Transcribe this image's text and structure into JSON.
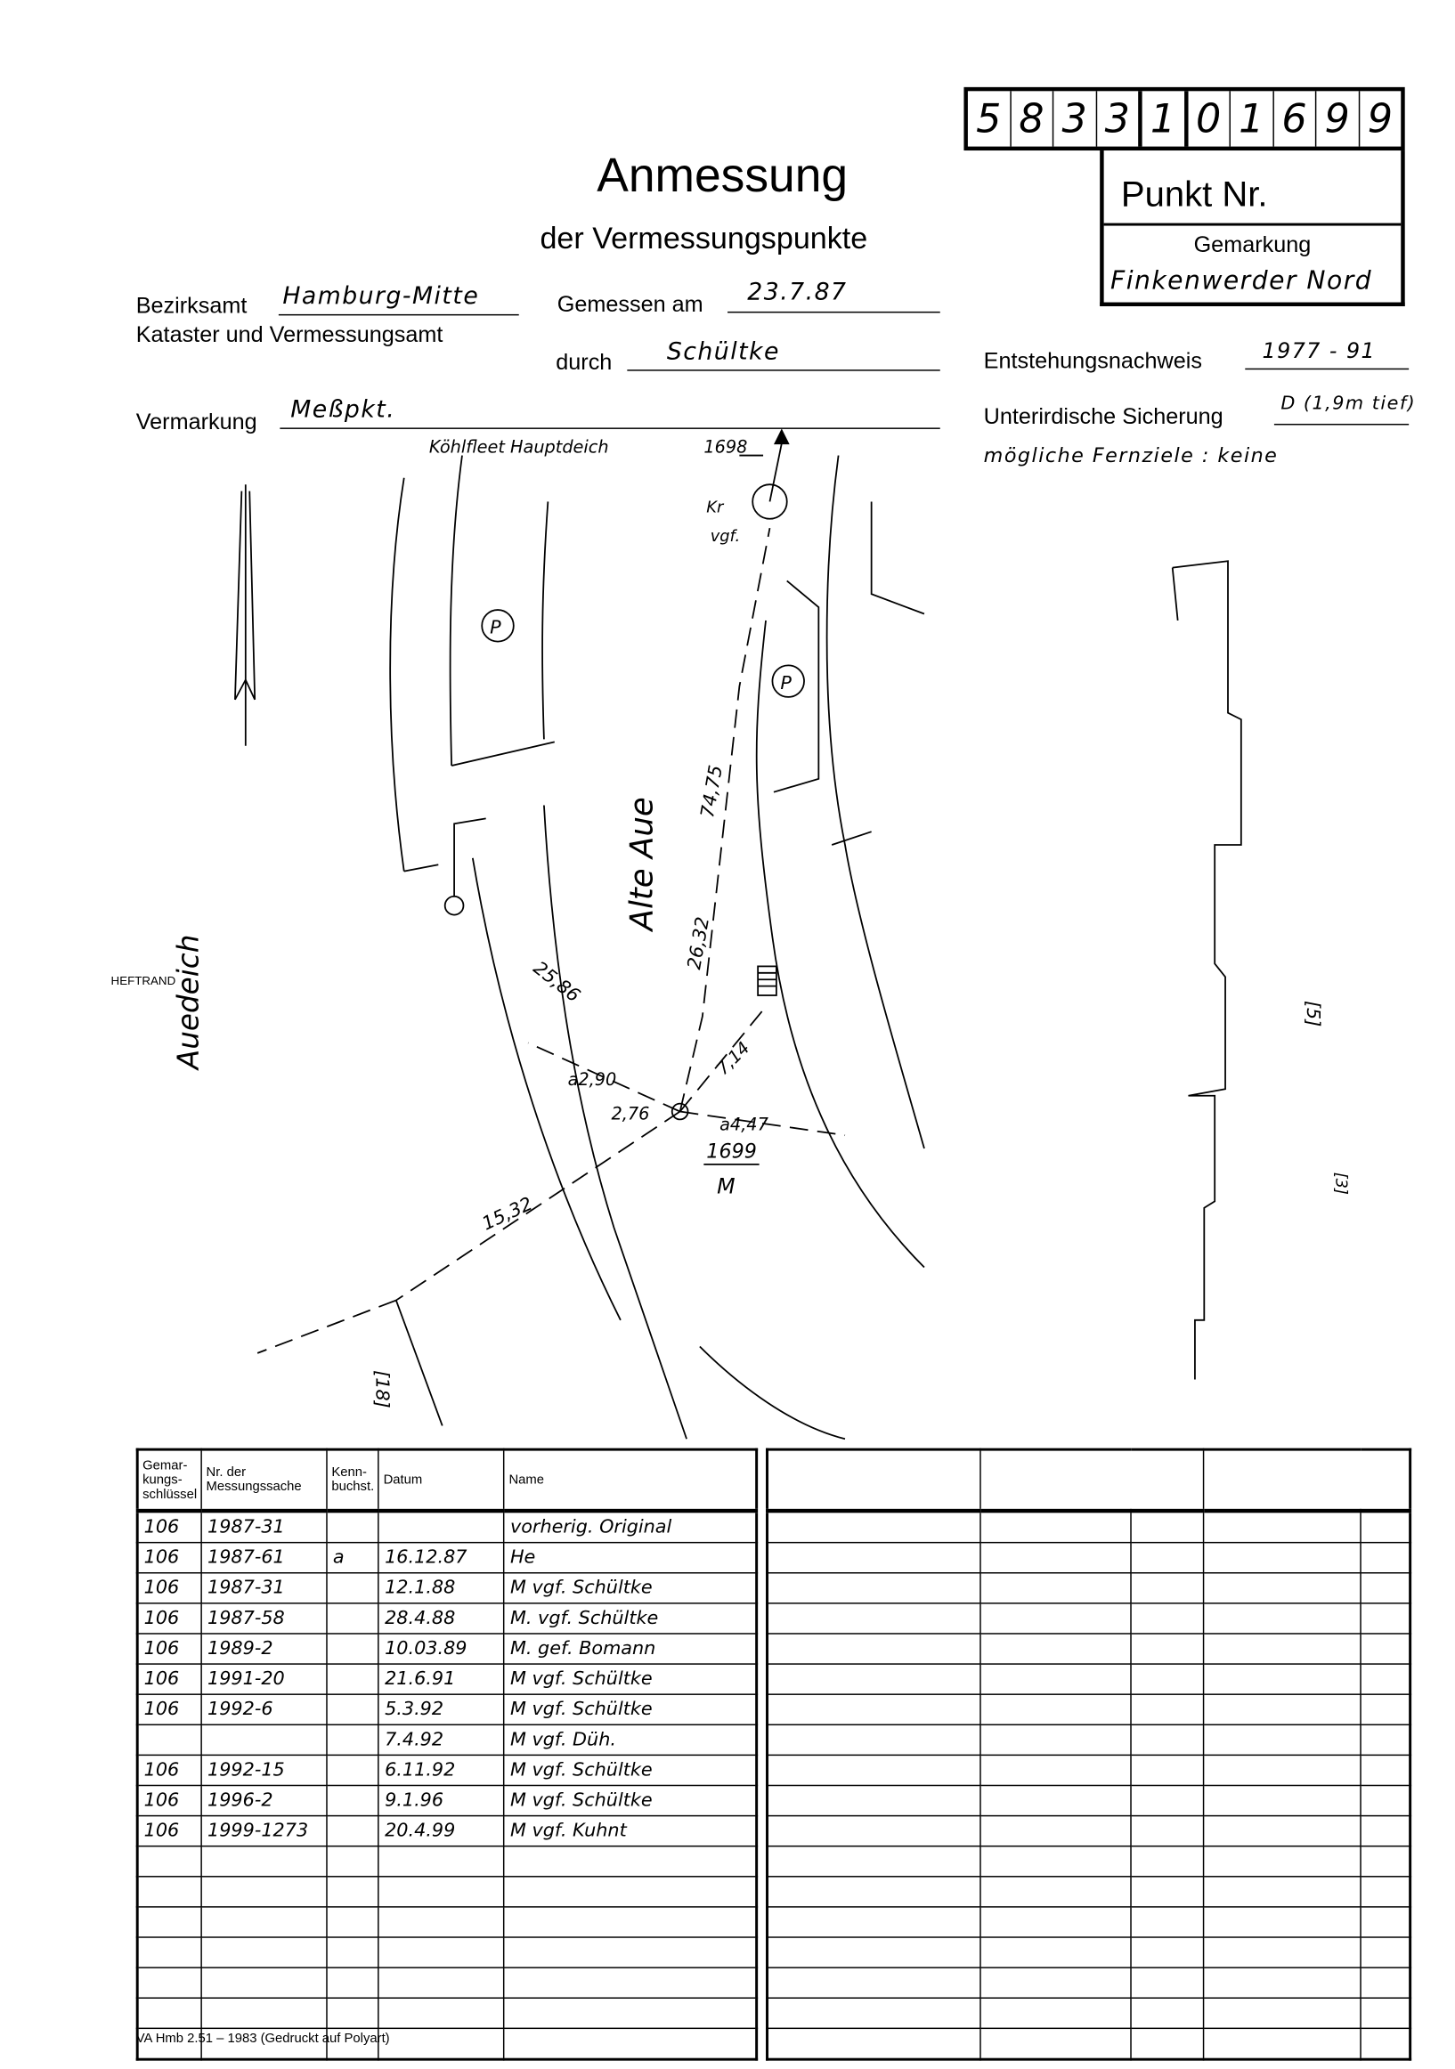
{
  "header": {
    "title": "Anmessung",
    "subtitle": "der Vermessungspunkte"
  },
  "point_number": {
    "digits": [
      "5",
      "8",
      "3",
      "3",
      "1",
      "0",
      "1",
      "6",
      "9",
      "9"
    ],
    "label": "Punkt Nr.",
    "gemarkung_label": "Gemarkung",
    "gemarkung_value": "Finkenwerder Nord"
  },
  "fields": {
    "bezirksamt_label": "Bezirksamt",
    "bezirksamt_value": "Hamburg-Mitte",
    "kataster_label": "Kataster und Vermessungsamt",
    "gemessen_label": "Gemessen am",
    "gemessen_value": "23.7.87",
    "durch_label": "durch",
    "durch_value": "Schültke",
    "vermarkung_label": "Vermarkung",
    "vermarkung_value": "Meßpkt.",
    "entstehung_label": "Entstehungsnachweis",
    "entstehung_value": "1977 - 91",
    "sicherung_label": "Unterirdische Sicherung",
    "sicherung_value": "D (1,9m tief)",
    "fernziele_note": "mögliche Fernziele : keine"
  },
  "sketch": {
    "ref_note": "Köhlfleet Hauptdeich",
    "ref_point": "1698",
    "kr_label": "Kr",
    "vgf_label": "vgf.",
    "street_1": "Auedeich",
    "street_2": "Alte Aue",
    "parking_1": "P",
    "parking_2": "P",
    "dist_1": "74,75",
    "dist_2": "26,32",
    "dist_3": "25,86",
    "dist_4": "a2,90",
    "dist_5": "2,76",
    "dist_6": "7,14",
    "dist_7": "a4,47",
    "dist_8": "15,32",
    "point_label": "1699",
    "point_type": "M",
    "house_1": "[18]",
    "house_2": "[5]",
    "house_3": "[3]",
    "margin_label": "HEFTRAND"
  },
  "register": {
    "columns": [
      "Gemar-kungs-schlüssel",
      "Nr. der Messungssache",
      "Kenn-buchst.",
      "Datum",
      "Name"
    ],
    "rows": [
      [
        "106",
        "1987-31",
        "",
        "",
        "vorherig. Original"
      ],
      [
        "106",
        "1987-61",
        "a",
        "16.12.87",
        "He"
      ],
      [
        "106",
        "1987-31",
        "",
        "12.1.88",
        "M vgf. Schültke"
      ],
      [
        "106",
        "1987-58",
        "",
        "28.4.88",
        "M. vgf. Schültke"
      ],
      [
        "106",
        "1989-2",
        "",
        "10.03.89",
        "M. gef. Bomann"
      ],
      [
        "106",
        "1991-20",
        "",
        "21.6.91",
        "M vgf. Schültke"
      ],
      [
        "106",
        "1992-6",
        "",
        "5.3.92",
        "M vgf. Schültke"
      ],
      [
        "",
        "",
        "",
        "7.4.92",
        "M vgf. Düh."
      ],
      [
        "106",
        "1992-15",
        "",
        "6.11.92",
        "M vgf. Schültke"
      ],
      [
        "106",
        "1996-2",
        "",
        "9.1.96",
        "M vgf. Schültke"
      ],
      [
        "106",
        "1999-1273",
        "",
        "20.4.99",
        "M vgf. Kuhnt"
      ]
    ],
    "total_rows": 18
  },
  "footer": "VA Hmb 2.51 – 1983 (Gedruckt auf Polyart)"
}
